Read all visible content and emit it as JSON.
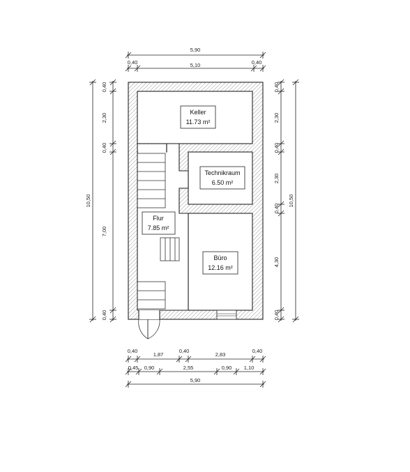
{
  "rooms": {
    "keller": {
      "name": "Keller",
      "area": "11.73 m²"
    },
    "technik": {
      "name": "Technikraum",
      "area": "6.50 m²"
    },
    "flur": {
      "name": "Flur",
      "area": "7.85 m²"
    },
    "buero": {
      "name": "Büro",
      "area": "12.16 m²"
    }
  },
  "dims": {
    "top_overall": "5,90",
    "top_left_wall": "0,40",
    "top_inner": "5,10",
    "top_right_wall": "0,40",
    "left_overall": "10,50",
    "left_1": "0,40",
    "left_2": "2,30",
    "left_3": "0,40",
    "left_4": "7,00",
    "left_5": "0,40",
    "right_overall": "10,50",
    "right_1": "0,40",
    "right_2": "2,30",
    "right_3": "0,40",
    "right_4": "2,30",
    "right_5": "0,40",
    "right_6": "4,30",
    "right_7": "0,40",
    "bot1_a": "0,40",
    "bot1_b": "1,87",
    "bot1_c": "0,40",
    "bot1_d": "2,83",
    "bot1_e": "0,40",
    "bot2_a": "0,45",
    "bot2_b": "0,90",
    "bot2_c": "2,55",
    "bot2_d": "0,90",
    "bot2_e": "1,10",
    "bot_overall": "5,90"
  }
}
